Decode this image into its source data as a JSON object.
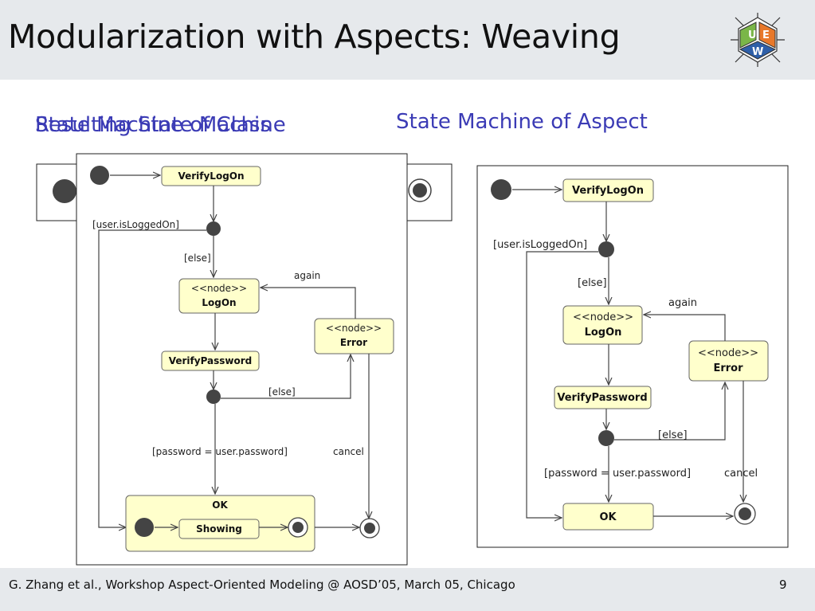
{
  "slide": {
    "title": "Modularization with Aspects: Weaving",
    "left_heading_under": "State Machine of Class",
    "left_heading_over": "Resulting State Machine",
    "right_heading": "State Machine of Aspect",
    "footer": "G. Zhang et al., Workshop Aspect-Oriented Modeling @ AOSD’05, March 05, Chicago",
    "page_number": "9",
    "logo_letters": [
      "U",
      "W",
      "E"
    ]
  },
  "resulting": {
    "verify_logon": "VerifyLogOn",
    "guard_logged": "[user.isLoggedOn]",
    "guard_else1": "[else]",
    "logon_stereo": "<<node>>",
    "logon_name": "LogOn",
    "again": "again",
    "error_stereo": "<<node>>",
    "error_name": "Error",
    "verify_password": "VerifyPassword",
    "guard_else2": "[else]",
    "guard_password": "[password = user.password]",
    "cancel": "cancel",
    "ok": "OK",
    "showing": "Showing"
  },
  "aspect": {
    "verify_logon": "VerifyLogOn",
    "guard_logged": "[user.isLoggedOn]",
    "guard_else1": "[else]",
    "logon_stereo": "<<node>>",
    "logon_name": "LogOn",
    "again": "again",
    "error_stereo": "<<node>>",
    "error_name": "Error",
    "verify_password": "VerifyPassword",
    "guard_else2": "[else]",
    "guard_password": "[password = user.password]",
    "cancel": "cancel",
    "ok": "OK"
  },
  "colors": {
    "state_fill": "#ffffcc",
    "heading": "#3b3bb5",
    "band": "#e6e9ec"
  }
}
